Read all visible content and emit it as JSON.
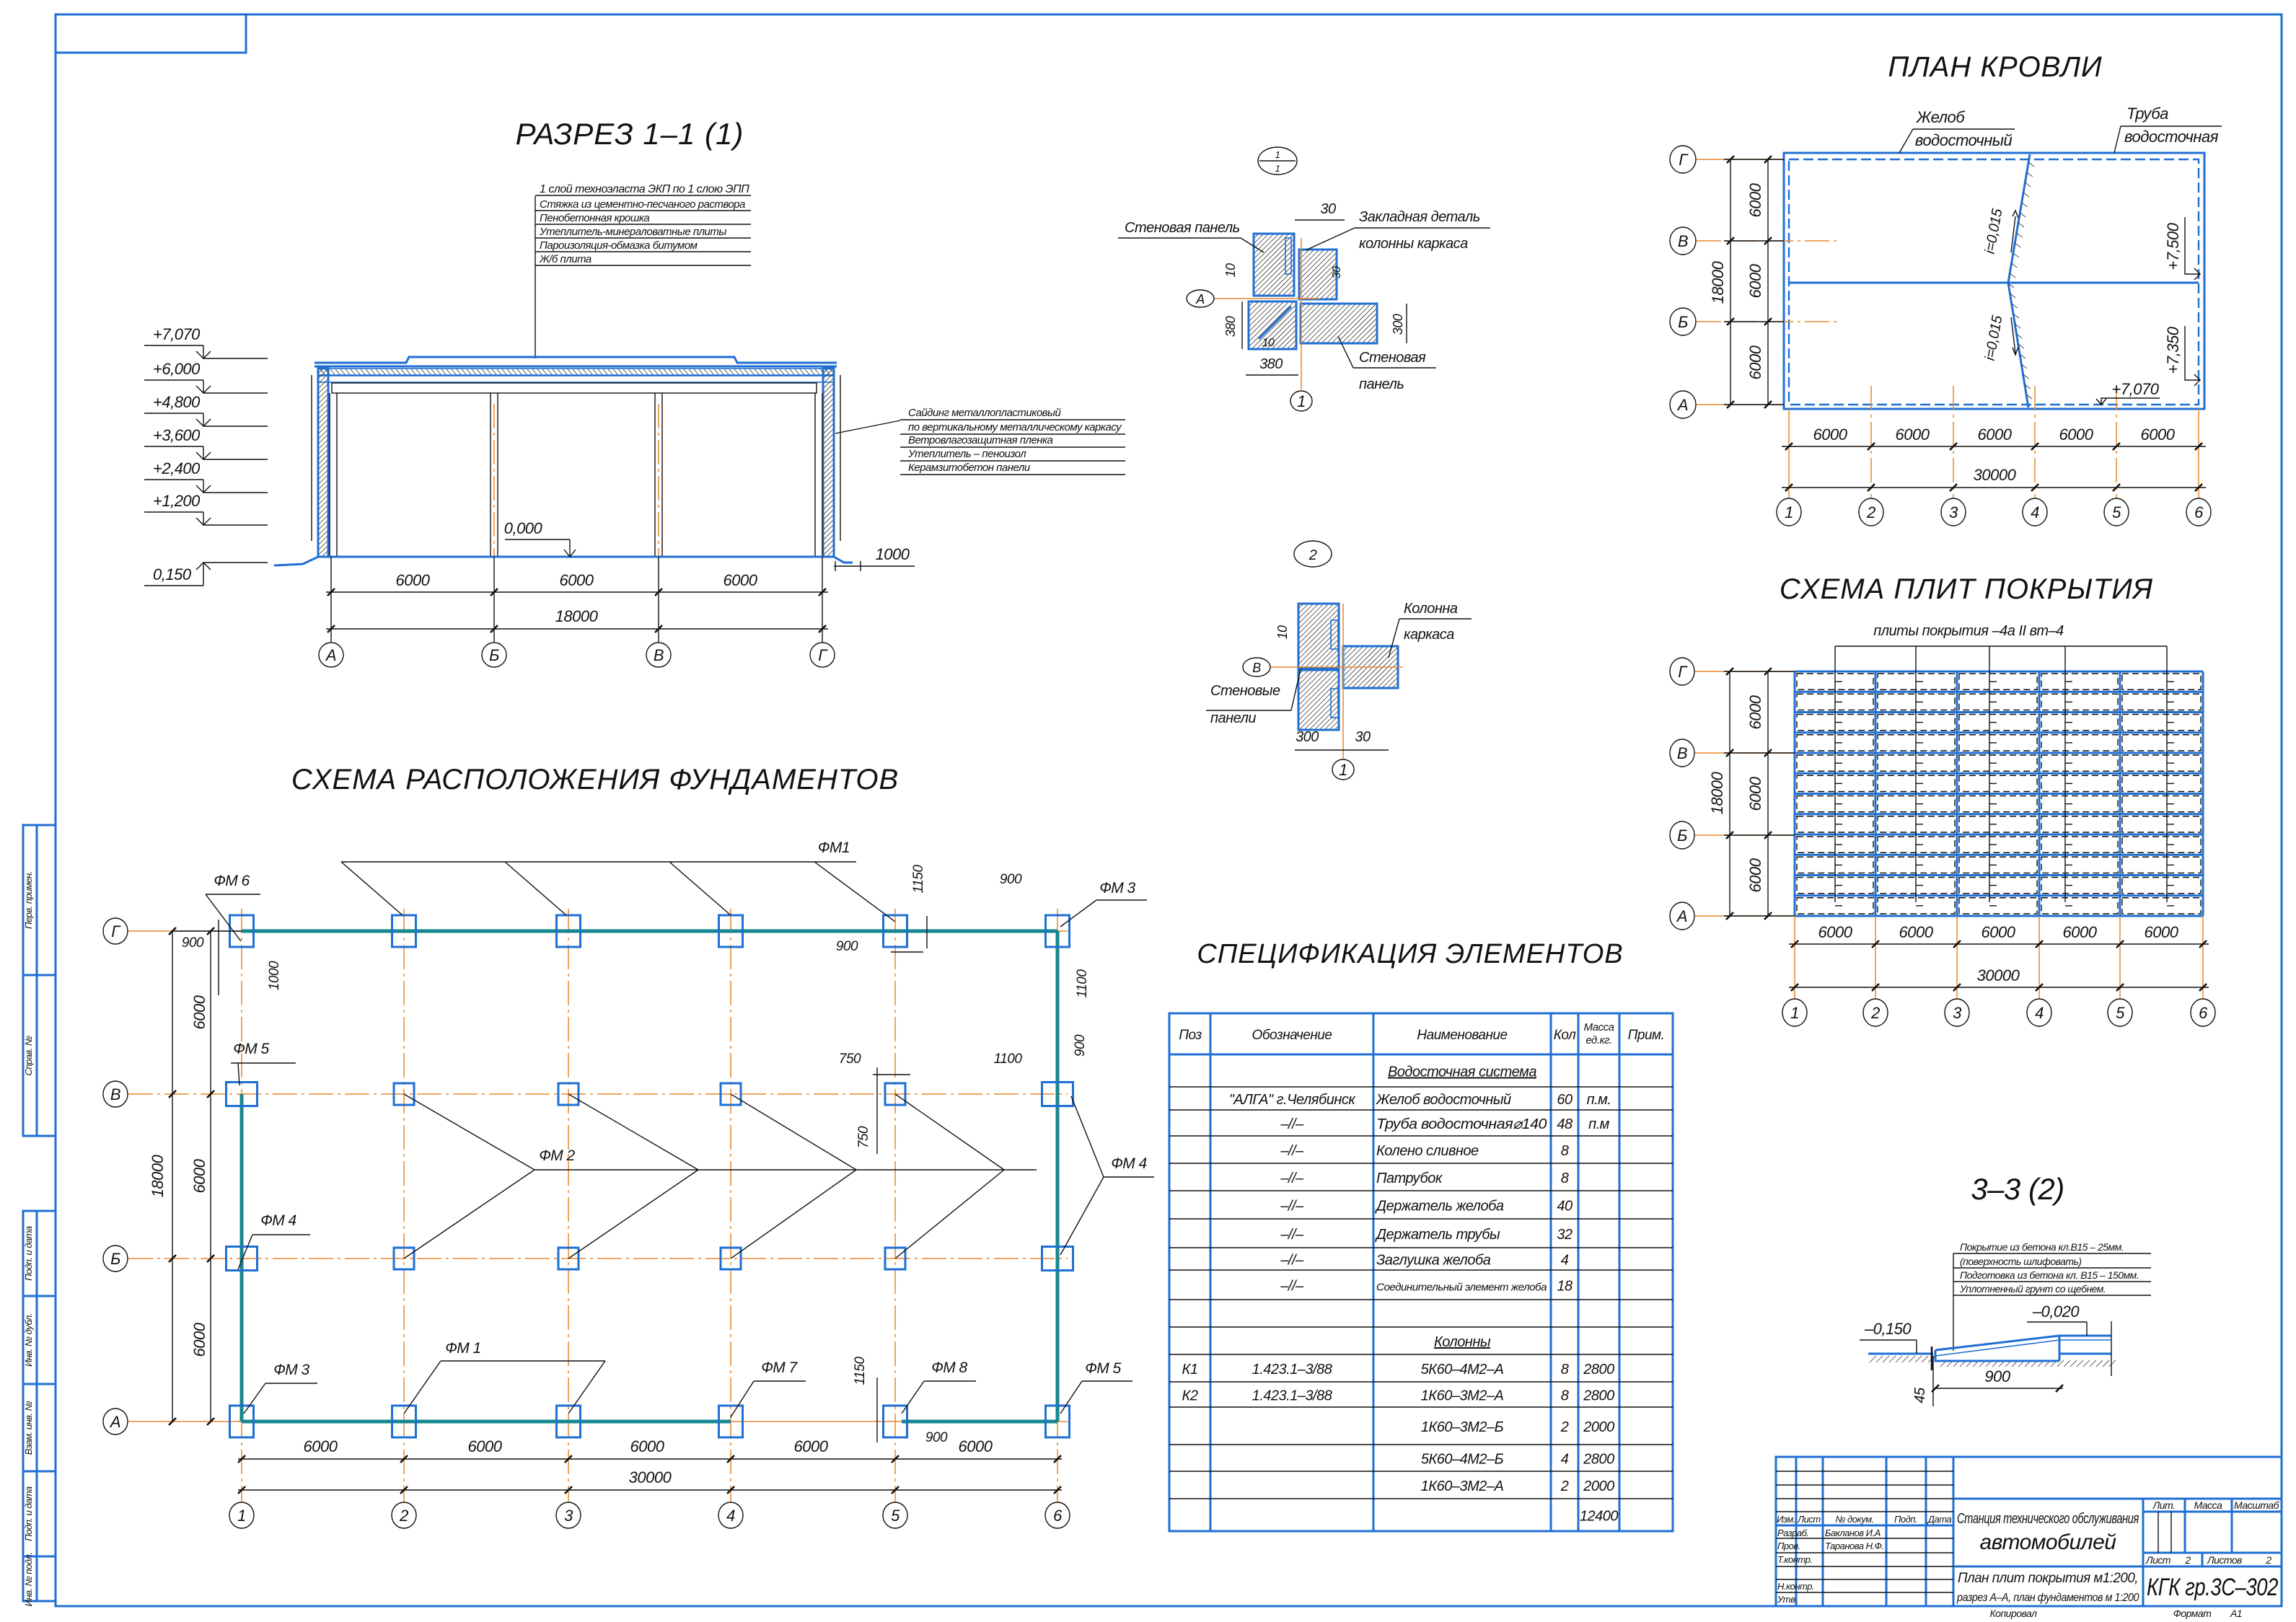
{
  "frame": {
    "left_stamps": [
      "Перв. примен.",
      "Справ. №",
      "Подп. и дата",
      "Инв. № дубл.",
      "Взам. инв. №",
      "Подп. и дата",
      "Инв. № подл."
    ]
  },
  "section_1_1": {
    "title": "РАЗРЕЗ 1–1 (1)",
    "roof_layers": [
      "1 слой техноэласта ЭКП по 1 слою ЭПП",
      "Стяжка из цементно-песчаного раствора",
      "Пенобетонная крошка",
      "Утеплитель-минераловатные плиты",
      "Пароизоляция-обмазка битумом",
      "Ж/б плита"
    ],
    "wall_layers": [
      "Сайдинг металлопластиковый",
      "по вертикальному металлическому каркасу",
      "Ветровлагозащитная пленка",
      "Утеплитель – пеноизол",
      "Керамзитобетон панели"
    ],
    "elevations": [
      "+7,070",
      "+6,000",
      "+4,800",
      "+3,600",
      "+2,400",
      "+1,200"
    ],
    "ground_elevation": "0,150",
    "floor_elevation": "0,000",
    "apron": "1000",
    "spans": [
      "6000",
      "6000",
      "6000"
    ],
    "total": "18000",
    "axes": [
      "А",
      "Б",
      "В",
      "Г"
    ]
  },
  "node_1": {
    "mark_top": "1",
    "mark_bottom": "1",
    "axis_row": "А",
    "axis_col": "1",
    "label_panel_top": "Стеновая панель",
    "label_embed_1": "Закладная деталь",
    "label_embed_2": "колонны каркаса",
    "label_panel_1": "Стеновая",
    "label_panel_2": "панель",
    "dims": [
      "30",
      "10",
      "30",
      "380",
      "10",
      "380",
      "300"
    ]
  },
  "node_2": {
    "mark": "2",
    "axis_row": "В",
    "axis_col": "1",
    "label_column_1": "Колонна",
    "label_column_2": "каркаса",
    "label_panels_1": "Стеновые",
    "label_panels_2": "панели",
    "dims": [
      "10",
      "300",
      "30"
    ]
  },
  "roof_plan": {
    "title": "ПЛАН КРОВЛИ",
    "gutter_1": "Желоб",
    "gutter_2": "водосточный",
    "pipe_1": "Труба",
    "pipe_2": "водосточная",
    "slope_top": "i=0,015",
    "slope_bottom": "i=0,015",
    "elev_1": "+7,500",
    "elev_2": "+7,350",
    "elev_3": "+7,070",
    "rows": [
      "Г",
      "В",
      "Б",
      "А"
    ],
    "row_spans": [
      "6000",
      "6000",
      "6000"
    ],
    "row_total": "18000",
    "cols": [
      "1",
      "2",
      "3",
      "4",
      "5",
      "6"
    ],
    "col_spans": [
      "6000",
      "6000",
      "6000",
      "6000",
      "6000"
    ],
    "col_total": "30000"
  },
  "slab_plan": {
    "title": "СХЕМА  ПЛИТ ПОКРЫТИЯ",
    "slab_label": "плиты покрытия –4а II вт–4",
    "rows": [
      "Г",
      "В",
      "Б",
      "А"
    ],
    "row_spans": [
      "6000",
      "6000",
      "6000"
    ],
    "row_total": "18000",
    "cols": [
      "1",
      "2",
      "3",
      "4",
      "5",
      "6"
    ],
    "col_spans": [
      "6000",
      "6000",
      "6000",
      "6000",
      "6000"
    ],
    "col_total": "30000"
  },
  "section_3_3": {
    "title": "3–3 (2)",
    "layers": [
      "Покрытие из бетона кл.В15  – 25мм.",
      "(поверхность шлифовать)",
      "Подготовка из бетона кл. В15 – 150мм.",
      "Уплотненный грунт со щебнем."
    ],
    "elev_low": "–0,150",
    "elev_high": "–0,020",
    "dim_length": "900",
    "dim_height": "45"
  },
  "foundations": {
    "title": "СХЕМА РАСПОЛОЖЕНИЯ ФУНДАМЕНТОВ",
    "rows": [
      "Г",
      "В",
      "Б",
      "А"
    ],
    "cols": [
      "1",
      "2",
      "3",
      "4",
      "5",
      "6"
    ],
    "row_spans": [
      "6000",
      "6000",
      "6000"
    ],
    "row_total": "18000",
    "col_spans": [
      "6000",
      "6000",
      "6000",
      "6000",
      "6000"
    ],
    "col_total": "30000",
    "marks": [
      "ФМ 6",
      "ФМ1",
      "ФМ 3",
      "ФМ 5",
      "ФМ 2",
      "ФМ 4",
      "ФМ 4",
      "ФМ 3",
      "ФМ 1",
      "ФМ 7",
      "ФМ 8",
      "ФМ 5"
    ],
    "dims": [
      "900",
      "1000",
      "1150",
      "900",
      "900",
      "1100",
      "900",
      "1100",
      "750",
      "750",
      "1150",
      "900"
    ]
  },
  "spec": {
    "title": "СПЕЦИФИКАЦИЯ ЭЛЕМЕНТОВ",
    "headers": [
      "Поз",
      "Обозначение",
      "Наименование",
      "Кол",
      "Масса ед.кг.",
      "Прим."
    ],
    "rows": [
      {
        "heading": true,
        "cells": [
          "",
          "",
          "Водосточная система",
          "",
          "",
          ""
        ]
      },
      {
        "cells": [
          "",
          "\"АЛГА\" г.Челябинск",
          "Желоб водосточный",
          "60",
          "п.м.",
          ""
        ]
      },
      {
        "cells": [
          "",
          "–//–",
          "Труба водосточная⌀140",
          "48",
          "п.м",
          ""
        ]
      },
      {
        "cells": [
          "",
          "–//–",
          "Колено сливное",
          "8",
          "",
          ""
        ]
      },
      {
        "cells": [
          "",
          "–//–",
          "Патрубок",
          "8",
          "",
          ""
        ]
      },
      {
        "cells": [
          "",
          "–//–",
          "Держатель желоба",
          "40",
          "",
          ""
        ]
      },
      {
        "cells": [
          "",
          "–//–",
          "Держатель трубы",
          "32",
          "",
          ""
        ]
      },
      {
        "cells": [
          "",
          "–//–",
          "Заглушка желоба",
          "4",
          "",
          ""
        ]
      },
      {
        "cells": [
          "",
          "–//–",
          "Соединительный элемент желоба",
          "18",
          "",
          ""
        ]
      },
      {
        "cells": [
          "",
          "",
          "",
          "",
          "",
          ""
        ]
      },
      {
        "heading": true,
        "cells": [
          "",
          "",
          "Колонны",
          "",
          "",
          ""
        ]
      },
      {
        "cells": [
          "К1",
          "1.423.1–3/88",
          "5К60–4М2–А",
          "8",
          "2800",
          ""
        ]
      },
      {
        "cells": [
          "К2",
          "1.423.1–3/88",
          "1К60–3М2–А",
          "8",
          "2800",
          ""
        ]
      },
      {
        "cells": [
          "",
          "",
          "1К60–3М2–Б",
          "2",
          "2000",
          ""
        ]
      },
      {
        "cells": [
          "",
          "",
          "5К60–4М2–Б",
          "4",
          "2800",
          ""
        ]
      },
      {
        "cells": [
          "",
          "",
          "1К60–3М2–А",
          "2",
          "2000",
          ""
        ]
      },
      {
        "cells": [
          "",
          "",
          "",
          "",
          "12400",
          ""
        ]
      }
    ]
  },
  "title_block": {
    "col_headers": [
      "Изм.",
      "Лист",
      "№ докум.",
      "Подп.",
      "Дата"
    ],
    "roles": [
      "Разраб.",
      "Пров.",
      "Т.контр.",
      "Н.контр.",
      "Утв."
    ],
    "names": [
      "Бакланов И.А",
      "Таранова Н.Ф."
    ],
    "project_1": "Станция технического обслуживания",
    "project_2": "автомобилей",
    "sheet_title_1": "План плит покрытия м1:200,",
    "sheet_title_2": "разрез А–А, план фундаментов м 1:200",
    "lit_label": "Лит.",
    "mass_label": "Масса",
    "scale_label": "Масштаб",
    "sheet_label": "Лист",
    "sheet_no": "2",
    "sheets_label": "Листов",
    "sheets_total": "2",
    "org": "КГК гр.3С–302",
    "copied": "Копировал",
    "format_label": "Формат",
    "format": "А1"
  }
}
